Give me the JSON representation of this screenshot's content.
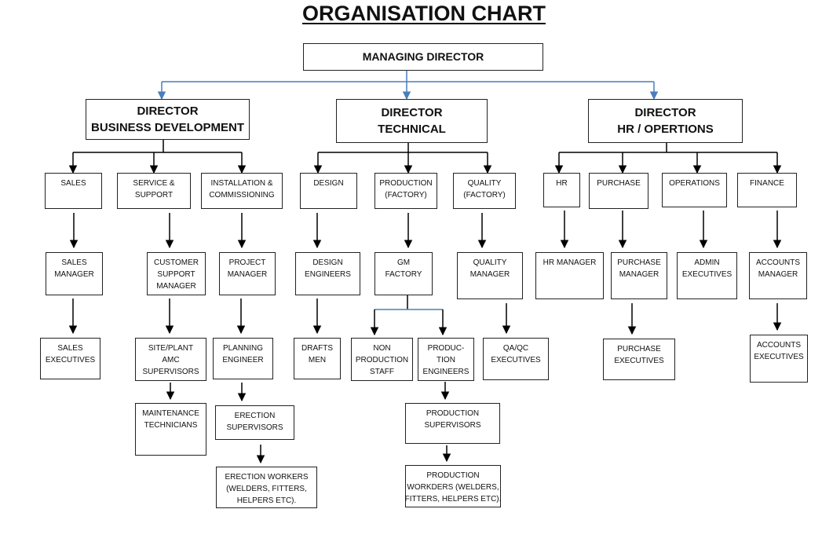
{
  "title": "ORGANISATION CHART",
  "colors": {
    "connector_top": "#4a7ebb",
    "connector": "#000000",
    "box_border": "#222222"
  },
  "nodes": {
    "md": [
      "MANAGING DIRECTOR"
    ],
    "dbd": [
      "DIRECTOR",
      "BUSINESS DEVELOPMENT"
    ],
    "dt": [
      "DIRECTOR",
      "TECHNICAL"
    ],
    "dhr": [
      "DIRECTOR",
      "HR / OPERTIONS"
    ],
    "sales": [
      "SALES"
    ],
    "service": [
      "SERVICE  &",
      "SUPPORT"
    ],
    "install": [
      "INSTALLATION &",
      "COMMISSIONING"
    ],
    "design": [
      "DESIGN"
    ],
    "production": [
      "PRODUCTION",
      "(FACTORY)"
    ],
    "quality": [
      "QUALITY",
      "(FACTORY)"
    ],
    "hr": [
      "HR"
    ],
    "purchase": [
      "PURCHASE"
    ],
    "operations": [
      "OPERATIONS"
    ],
    "finance": [
      "FINANCE"
    ],
    "sales_mgr": [
      "SALES",
      "MANAGER"
    ],
    "cust_support": [
      "CUSTOMER",
      "SUPPORT",
      "MANAGER"
    ],
    "proj_mgr": [
      "PROJECT",
      "MANAGER"
    ],
    "design_eng": [
      "DESIGN",
      "ENGINEERS"
    ],
    "gm_factory": [
      "GM",
      "FACTORY"
    ],
    "quality_mgr": [
      "QUALITY",
      "MANAGER"
    ],
    "hr_mgr": [
      "HR MANAGER"
    ],
    "purchase_mgr": [
      "PURCHASE",
      "MANAGER"
    ],
    "admin_exec": [
      "ADMIN",
      "EXECUTIVES"
    ],
    "accounts_mgr": [
      "ACCOUNTS",
      "MANAGER"
    ],
    "sales_exec": [
      "SALES",
      "EXECUTIVES"
    ],
    "site_plant": [
      "SITE/PLANT",
      "AMC",
      "SUPERVISORS"
    ],
    "planning_eng": [
      "PLANNING",
      "ENGINEER"
    ],
    "drafts_men": [
      "DRAFTS",
      "MEN"
    ],
    "non_prod": [
      "NON",
      "PRODUCTION",
      "STAFF"
    ],
    "prod_eng": [
      "PRODUC-",
      "TION",
      "ENGINEERS"
    ],
    "qa_qc": [
      "QA/QC",
      "EXECUTIVES"
    ],
    "purchase_exec": [
      "PURCHASE",
      "EXECUTIVES"
    ],
    "accounts_exec": [
      "ACCOUNTS",
      "EXECUTIVES"
    ],
    "maint_tech": [
      "MAINTENANCE",
      "TECHNICIANS"
    ],
    "erection_sup": [
      "ERECTION",
      "SUPERVISORS"
    ],
    "prod_sup": [
      "PRODUCTION",
      "SUPERVISORS"
    ],
    "erection_workers": [
      "ERECTION WORKERS",
      "(WELDERS, FITTERS,",
      "HELPERS ETC)."
    ],
    "prod_workers": [
      "PRODUCTION",
      "WORKDERS (WELDERS,",
      "FITTERS, HELPERS ETC)."
    ]
  }
}
